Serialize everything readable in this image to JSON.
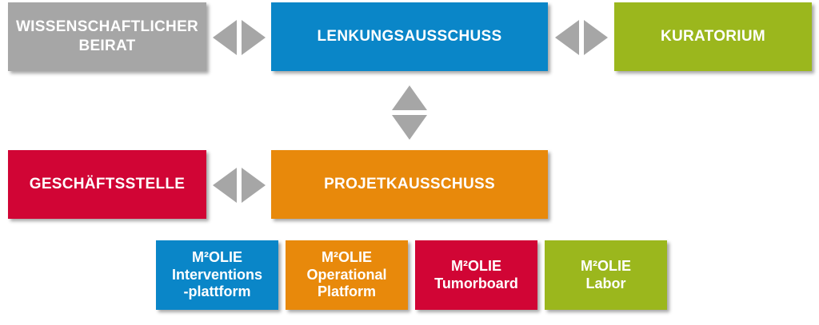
{
  "colors": {
    "gray": "#a6a6a6",
    "blue": "#0a86c8",
    "green": "#9bb71d",
    "red": "#d10535",
    "orange": "#e8890b",
    "arrow": "#a6a6a6"
  },
  "boxes": {
    "wissenschaftlicher_beirat": {
      "line1": "WISSENSCHAFTLICHER",
      "line2": "BEIRAT"
    },
    "lenkungsausschuss": {
      "label": "LENKUNGSAUSSCHUSS"
    },
    "kuratorium": {
      "label": "KURATORIUM"
    },
    "geschaeftsstelle": {
      "label": "GESCHÄFTSSTELLE"
    },
    "projektausschuss": {
      "label": "PROJETKAUSSCHUSS"
    }
  },
  "modules": [
    {
      "line1": "M²OLIE",
      "line2": "Interventions",
      "line3": "-plattform"
    },
    {
      "line1": "M²OLIE",
      "line2": "Operational",
      "line3": "Platform"
    },
    {
      "line1": "M²OLIE",
      "line2": "Tumorboard"
    },
    {
      "line1": "M²OLIE",
      "line2": "Labor"
    }
  ]
}
